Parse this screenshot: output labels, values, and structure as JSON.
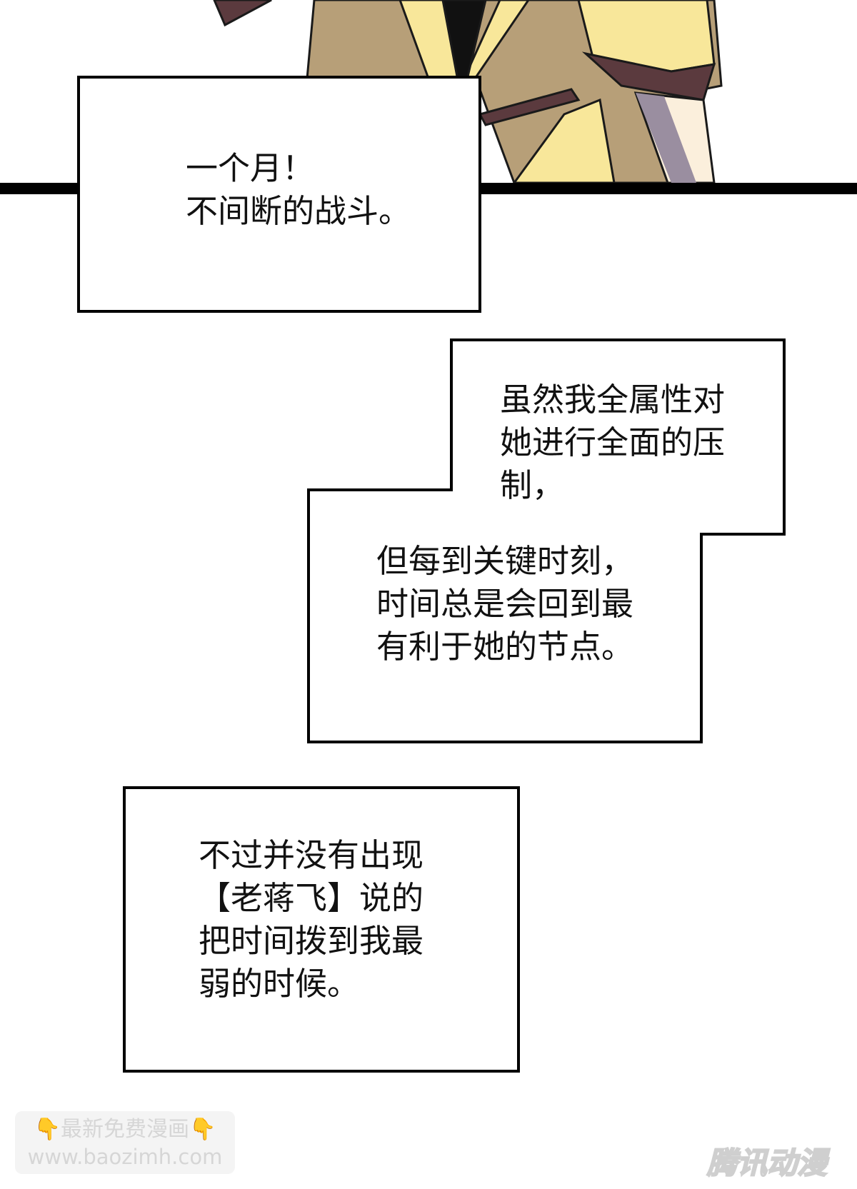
{
  "panels": [
    {
      "lines": "一个月！\n不间断的战斗。"
    },
    {
      "lines_a": "虽然我全属性对\n她进行全面的压\n制，",
      "lines_b": "但每到关键时刻，\n时间总是会回到最\n有利于她的节点。"
    },
    {
      "lines": "不过并没有出现\n【老蒋飞】说的\n把时间拨到我最\n弱的时候。"
    }
  ],
  "watermark": {
    "line1": "最新免费漫画",
    "line2": "www.baozimh.com",
    "icon": "pointing-down-hand-icon"
  },
  "logo": "腾讯动漫",
  "colors": {
    "coat": "#b79f78",
    "shirt": "#f8e79a",
    "outline": "#1a1a1a",
    "trim": "#5b3a3e",
    "skin": "#fbefdc"
  }
}
